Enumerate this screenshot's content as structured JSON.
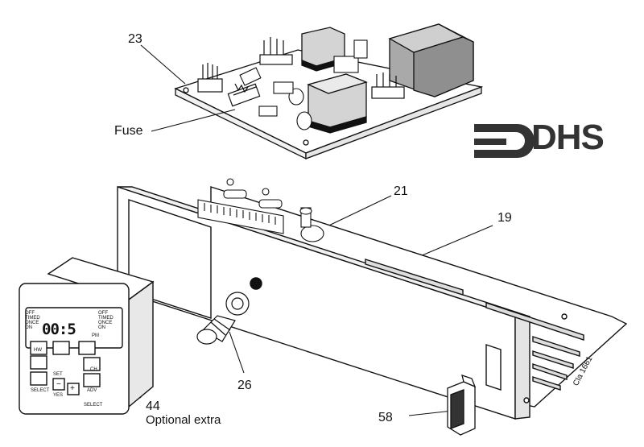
{
  "labels": {
    "l23": "23",
    "fuse": "Fuse",
    "l21": "21",
    "l19": "19",
    "l26": "26",
    "l44": "44",
    "optional": "Optional extra",
    "l58": "58",
    "code": "Cla 1661"
  },
  "logo": {
    "text": "DHS"
  },
  "timer": {
    "display": "00:5",
    "pm": "PM",
    "left_modes": [
      "OFF",
      "TIMED",
      "ONCE",
      "ON"
    ],
    "right_modes": [
      "OFF",
      "TIMED",
      "ONCE",
      "ON"
    ],
    "hw": "HW",
    "ch": "CH",
    "set": "SET",
    "yes": "YES",
    "adv": "ADV",
    "select_left": "SELECT",
    "select_right": "SELECT",
    "minus": "−",
    "plus": "+"
  }
}
